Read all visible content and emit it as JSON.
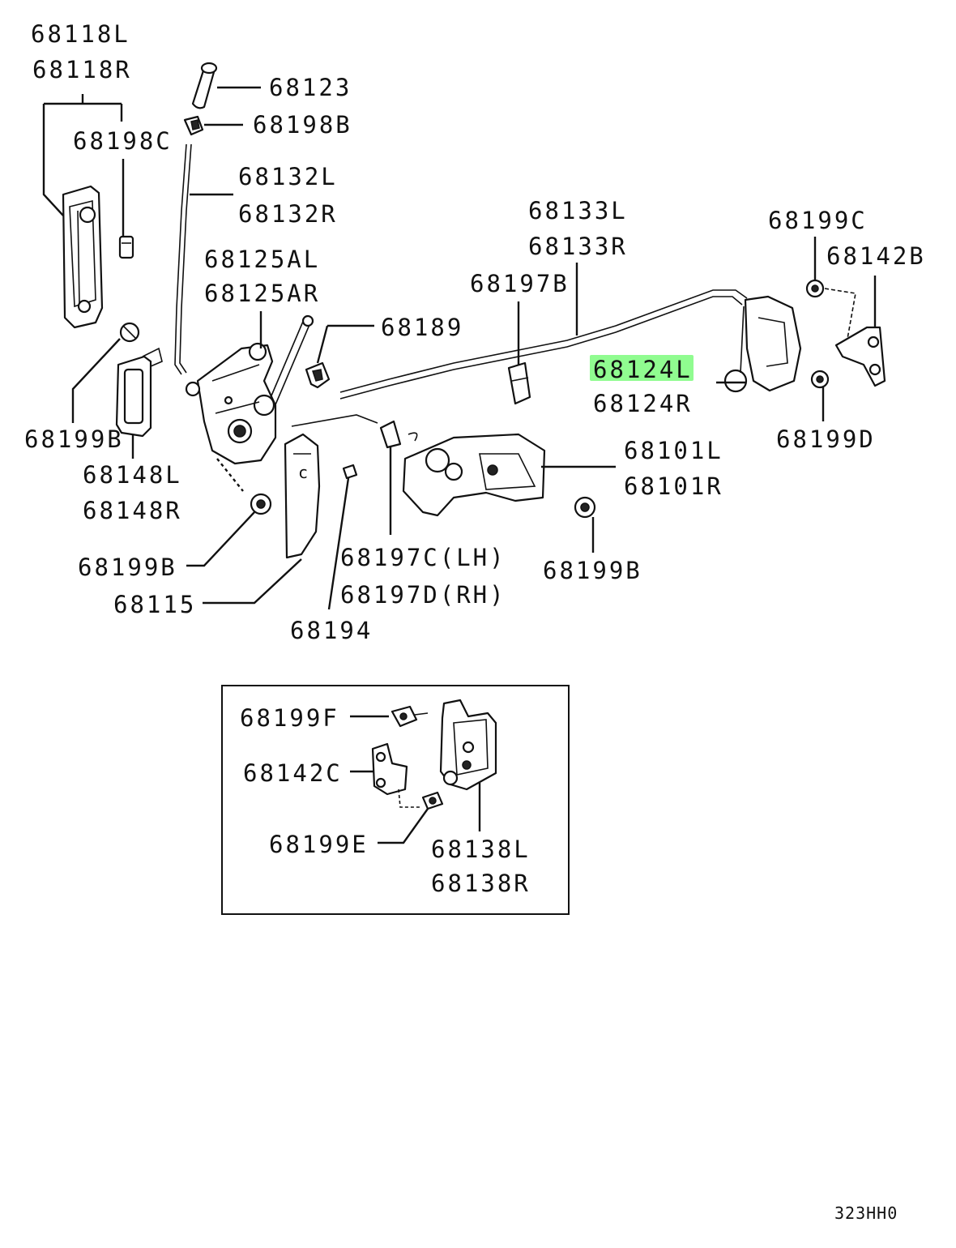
{
  "labels": {
    "p68118L": "68118L",
    "p68118R": "68118R",
    "p68123": "68123",
    "p68198B": "68198B",
    "p68198C": "68198C",
    "p68132L": "68132L",
    "p68132R": "68132R",
    "p68125AL": "68125AL",
    "p68125AR": "68125AR",
    "p68133L": "68133L",
    "p68133R": "68133R",
    "p68197B": "68197B",
    "p68189": "68189",
    "p68199C": "68199C",
    "p68142B": "68142B",
    "p68124L": "68124L",
    "p68124R": "68124R",
    "p68199D": "68199D",
    "p68199B_left": "68199B",
    "p68148L": "68148L",
    "p68148R": "68148R",
    "p68101L": "68101L",
    "p68101R": "68101R",
    "p68199B_mid": "68199B",
    "p68199B_right": "68199B",
    "p68197C": "68197C(LH)",
    "p68197D": "68197D(RH)",
    "p68115": "68115",
    "p68194": "68194",
    "p68199F": "68199F",
    "p68142C": "68142C",
    "p68199E": "68199E",
    "p68138L": "68138L",
    "p68138R": "68138R"
  },
  "diagram_code": "323HH0",
  "highlight": {
    "part": "68124L",
    "color": "#7CFC7C"
  }
}
